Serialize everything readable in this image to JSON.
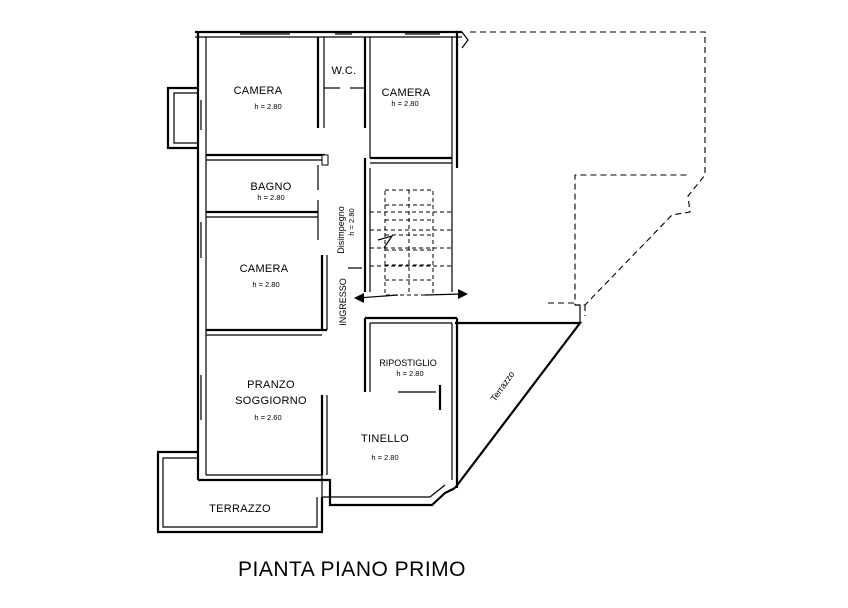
{
  "title": "PIANTA PIANO PRIMO",
  "rooms": {
    "camera_1": {
      "name": "CAMERA",
      "height": "h = 2.80"
    },
    "wc": {
      "name": "W.C."
    },
    "camera_2": {
      "name": "CAMERA",
      "height": "h = 2.80"
    },
    "bagno": {
      "name": "BAGNO",
      "height": "h = 2.80"
    },
    "disimpegno": {
      "name": "Disimpegno",
      "height": "h = 2.80"
    },
    "camera_3": {
      "name": "CAMERA",
      "height": "h = 2.80"
    },
    "ingresso": {
      "name": "INGRESSO"
    },
    "ripostiglio": {
      "name": "RIPOSTIGLIO",
      "height": "h = 2.80"
    },
    "pranzo_soggiorno": {
      "name_line1": "PRANZO",
      "name_line2": "SOGGIORNO",
      "height": "h = 2.60"
    },
    "tinello": {
      "name": "TINELLO",
      "height": "h = 2.80"
    },
    "terrazzo_bottom": {
      "name": "TERRAZZO"
    },
    "terrazzo_right": {
      "name": "Terrazzo"
    }
  }
}
